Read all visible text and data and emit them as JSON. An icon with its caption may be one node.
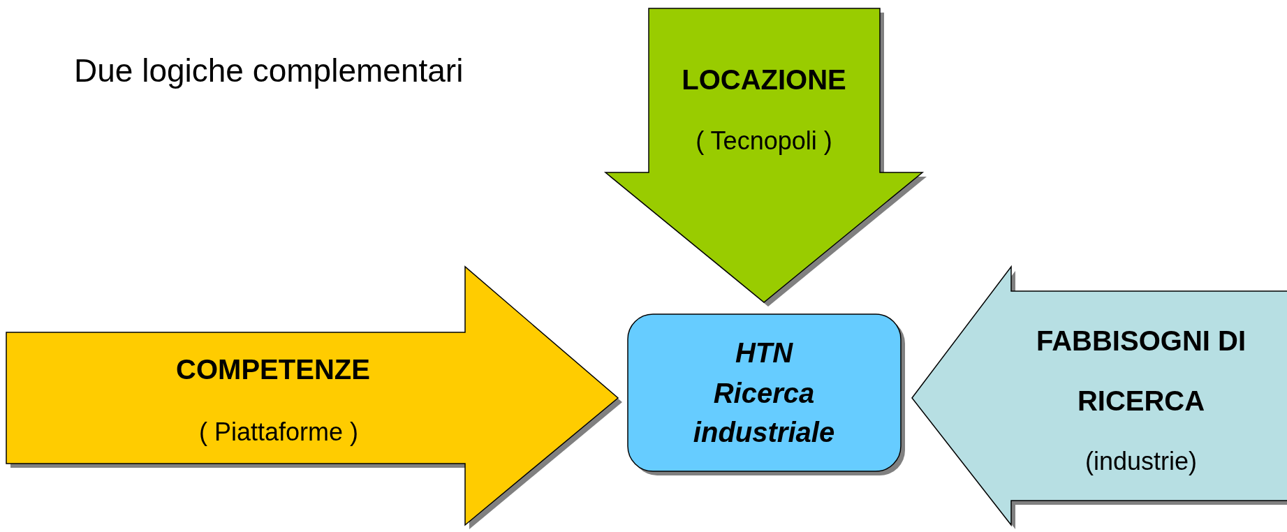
{
  "diagram": {
    "title": "Due logiche complementari",
    "nodes": [
      {
        "text": [
          "LOCAZIONE",
          "( Tecnopoli )"
        ]
      },
      {
        "text": [
          "COMPETENZE",
          "( Piattaforme )"
        ]
      },
      {
        "text": [
          "HTN",
          "Ricerca industriale"
        ]
      },
      {
        "text": [
          "FABBISOGNI DI RICERCA",
          "(industrie)"
        ]
      }
    ]
  }
}
